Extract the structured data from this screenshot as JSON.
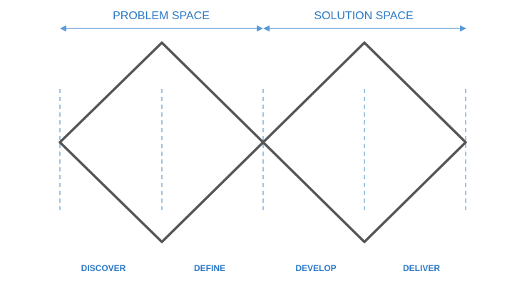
{
  "headers": {
    "problem_space": "PROBLEM SPACE",
    "solution_space": "SOLUTION SPACE"
  },
  "phases": [
    {
      "label": "DISCOVER"
    },
    {
      "label": "DEFINE"
    },
    {
      "label": "DEVELOP"
    },
    {
      "label": "DELIVER"
    }
  ],
  "colors": {
    "accent": "#2b78c5",
    "diamond_stroke": "#555555",
    "guide_line": "#5b9bd5"
  }
}
